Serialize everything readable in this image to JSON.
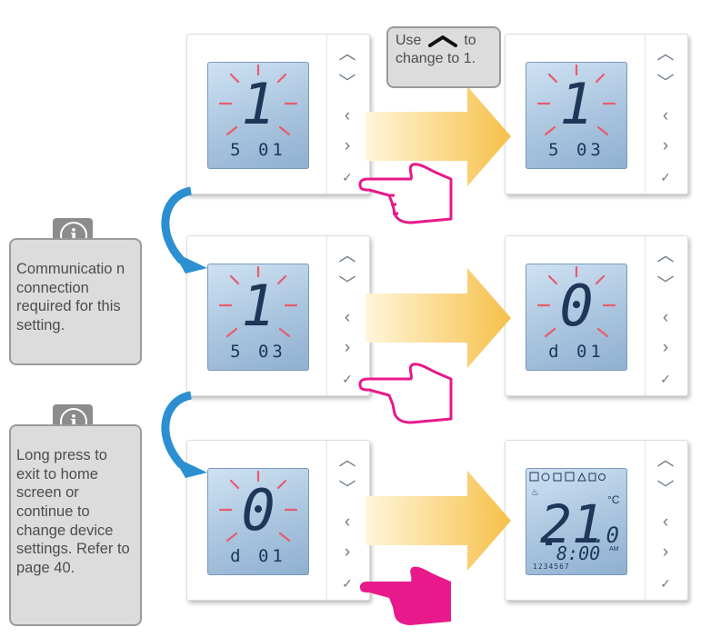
{
  "callout": {
    "text_before": "Use",
    "text_after": "to",
    "text_line2": "change to 1.",
    "icon": "chevron-up-icon"
  },
  "notes": [
    {
      "text": "Communicatio n connection required for this setting.",
      "icon": "info-icon",
      "glyph": "i"
    },
    {
      "text": "Long press to exit to home screen or continue to change device settings. Refer to page 40.",
      "icon": "info-icon",
      "glyph": "i"
    }
  ],
  "devices": [
    {
      "big": "1",
      "small": "5 01",
      "blink": true
    },
    {
      "big": "1",
      "small": "5 03",
      "blink": true
    },
    {
      "big": "1",
      "small": "5 03",
      "blink": true
    },
    {
      "big": "0",
      "small": "d 01",
      "blink": true
    },
    {
      "big": "0",
      "small": "d 01",
      "blink": true
    },
    {
      "home": true,
      "temp_main": "21",
      "temp_decimal": ".0",
      "unit": "°C",
      "time": "8:00",
      "ampm": "AM",
      "days": "1234567"
    }
  ],
  "buttons": {
    "up": "︿",
    "down": "﹀",
    "left": "‹",
    "right": "›",
    "ok": "✓"
  },
  "colors": {
    "accent": "#e8198b",
    "arrow": "#f6c64a",
    "curve": "#2b8fd2",
    "lcd": "#b3cce4"
  }
}
